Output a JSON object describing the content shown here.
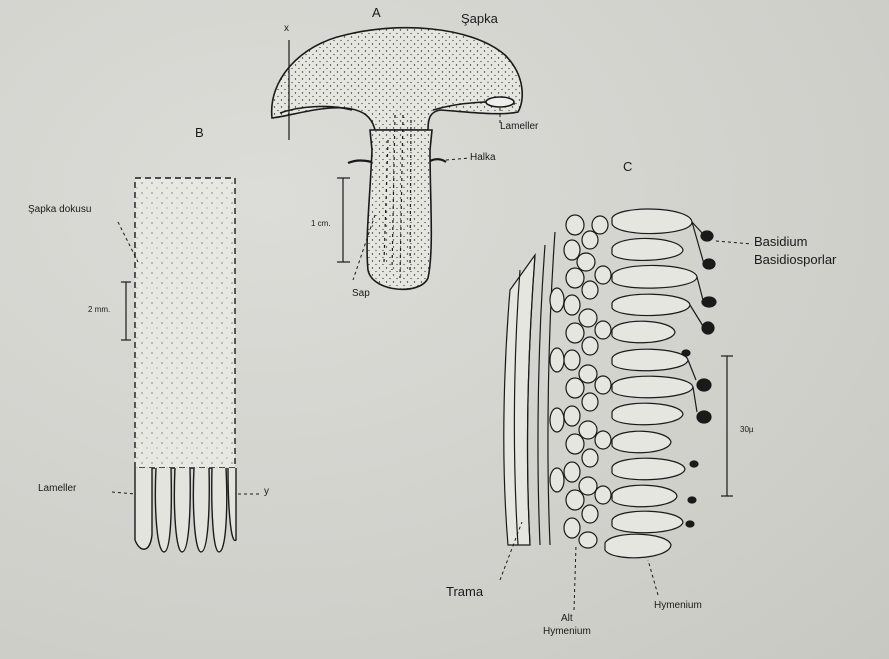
{
  "panels": {
    "a": "A",
    "b": "B",
    "c": "C"
  },
  "labels": {
    "sapka": "Şapka",
    "x_mark": "x",
    "lameller_a": "Lameller",
    "halka": "Halka",
    "scale_a": "1 cm.",
    "sap": "Sap",
    "sapka_dokusu": "Şapka dokusu",
    "scale_b": "2 mm.",
    "lameller_b": "Lameller",
    "y_mark": "y",
    "basidium": "Basidium",
    "basidiosporlar": "Basidiosporlar",
    "scale_c": "30µ",
    "trama": "Trama",
    "alt": "Alt",
    "hymenium_alt": "Hymenium",
    "hymenium": "Hymenium"
  },
  "colors": {
    "ink": "#1a1a1a",
    "paper": "#d6d6d2",
    "tissue": "#e4e4de"
  }
}
